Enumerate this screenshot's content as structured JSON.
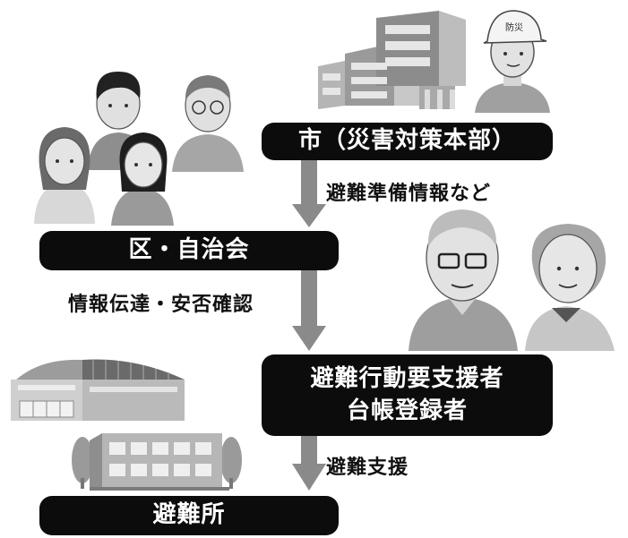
{
  "flow": {
    "city": "市（災害対策本部）",
    "city_to_district": "避難準備情報など",
    "district": "区・自治会",
    "district_to_registrants": "情報伝達・安否確認",
    "registrants_line1": "避難行動要支援者",
    "registrants_line2": "台帳登録者",
    "registrants_to_shelter": "避難支援",
    "shelter": "避難所"
  },
  "illustrations": {
    "helmet_label": "防災",
    "icons": [
      "city-hall-building-icon",
      "disaster-staff-helmet-icon",
      "family-group-icon",
      "elderly-couple-icon",
      "gymnasium-icon",
      "school-building-icon"
    ]
  }
}
